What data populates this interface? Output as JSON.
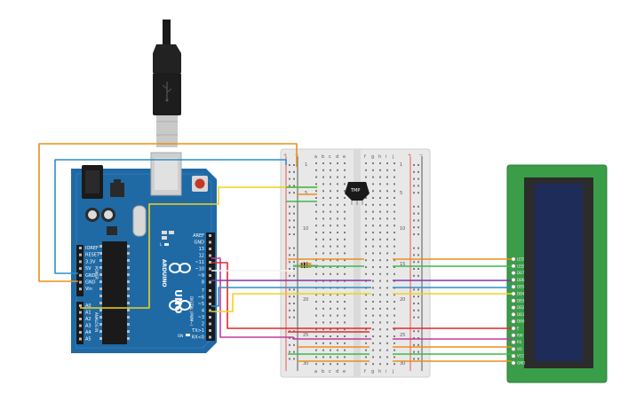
{
  "board": {
    "header_labels": [
      "AREF",
      "GND",
      "13",
      "12",
      "~11",
      "~10",
      "~9",
      "8",
      "7",
      "~6",
      "~5",
      "4",
      "~3",
      "2",
      "TX>1",
      "RX<0"
    ],
    "power_labels": [
      "IOREF",
      "RESET",
      "3.3V",
      "5V",
      "GND",
      "GND",
      "Vin"
    ],
    "analog_labels": [
      "A0",
      "A1",
      "A2",
      "A3",
      "A4",
      "A5"
    ],
    "brand_text": "ARDUINO",
    "model_text": "UNO",
    "power_group_label": "POWER",
    "analog_group_label": "ANALOG IN",
    "digital_group_label": "DIGITAL (PWM~)",
    "led_labels": [
      "L",
      "TX",
      "RX",
      "ON"
    ]
  },
  "breadboard": {
    "column_letters_left": [
      "a",
      "b",
      "c",
      "d",
      "e"
    ],
    "column_letters_right": [
      "f",
      "g",
      "h",
      "i",
      "j"
    ],
    "row_numbers": [
      "1",
      "5",
      "10",
      "15",
      "20",
      "25",
      "30"
    ],
    "rail_plus": "+",
    "rail_minus": "−"
  },
  "sensor": {
    "label": "TMP"
  },
  "lcd": {
    "pin_labels": [
      "LED",
      "LED",
      "DB7",
      "DB6",
      "DB5",
      "DB4",
      "DB3",
      "DB2",
      "DB1",
      "DB0",
      "E",
      "RW",
      "RS",
      "VO",
      "VCC",
      "GND"
    ]
  },
  "colors": {
    "arduino_board": "#1f6aa5",
    "breadboard": "#e8e8e8",
    "lcd_board": "#3a9d48",
    "lcd_screen": "#1e2c5a",
    "wire_orange": "#e8901c",
    "wire_blue": "#2a8fc6",
    "wire_yellow": "#f0d21e",
    "wire_green": "#3db84a",
    "wire_red": "#e02a2a",
    "wire_purple": "#7a3aa8",
    "wire_magenta": "#c23a9a"
  }
}
